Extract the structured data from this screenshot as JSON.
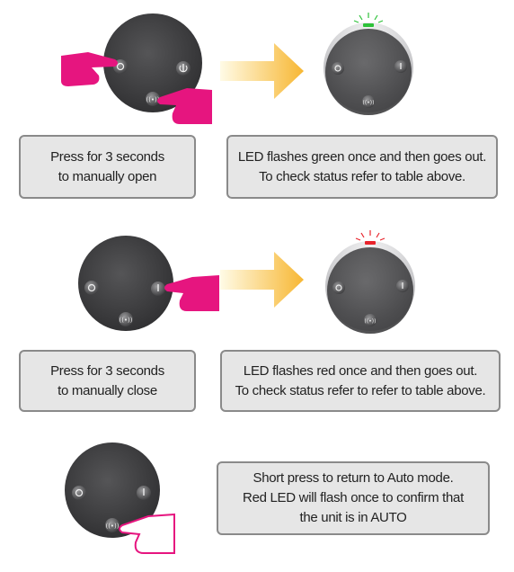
{
  "steps": [
    {
      "instruction_lines": [
        "Press for 3 seconds",
        "to manually open"
      ],
      "result_lines": [
        "LED flashes green once and then goes out.",
        "To check status refer to table above."
      ],
      "led_color": "#2ec23a"
    },
    {
      "instruction_lines": [
        "Press for 3 seconds",
        "to manually close"
      ],
      "result_lines": [
        "LED flashes red once and then goes out.",
        "To check status refer to refer to table above."
      ],
      "led_color": "#e8242c"
    },
    {
      "result_lines": [
        "Short press to return to Auto mode.",
        "Red LED will flash once to confirm that",
        "the unit is in AUTO"
      ]
    }
  ],
  "colors": {
    "hand": "#e6157f",
    "hand_outline": "#e6157f",
    "arrow_start": "#fffbe6",
    "arrow_end": "#f7b733",
    "device_dark": "#3f3f41",
    "device_light": "#d8d8da"
  },
  "icons": {
    "button_left": "power-ring-icon",
    "button_right": "power-icon",
    "button_bottom": "wireless-icon"
  }
}
